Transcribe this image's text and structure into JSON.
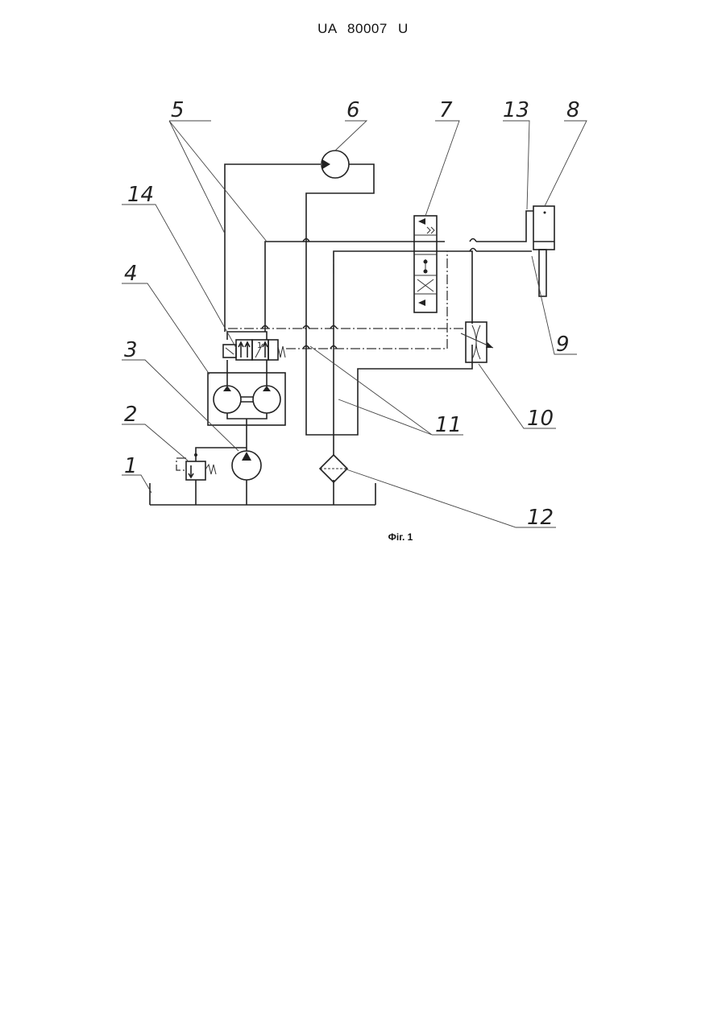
{
  "header": {
    "doc_number": "UA   80007   U"
  },
  "figure": {
    "caption": "Фіг. 1"
  },
  "labels": {
    "l1": "1",
    "l2": "2",
    "l3": "3",
    "l4": "4",
    "l5": "5",
    "l6": "6",
    "l7": "7",
    "l8": "8",
    "l9": "9",
    "l10": "10",
    "l11": "11",
    "l12": "12",
    "l13": "13",
    "l14": "14"
  },
  "valve_marks": {
    "position_one": "1"
  }
}
